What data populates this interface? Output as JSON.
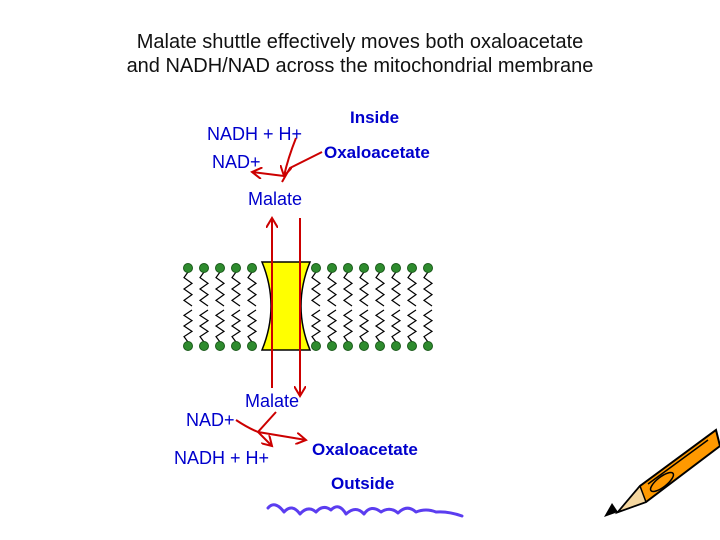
{
  "title": {
    "line1": "Malate shuttle effectively moves both oxaloacetate",
    "line2": "and NADH/NAD across the mitochondrial membrane"
  },
  "inside": {
    "label": "Inside",
    "nadh": "NADH + H+",
    "nad": "NAD+",
    "oxaloacetate": "Oxaloacetate",
    "malate": "Malate"
  },
  "outside": {
    "label": "Outside",
    "nad": "NAD+",
    "nadh": "NADH + H+",
    "oxaloacetate": "Oxaloacetate",
    "malate": "Malate"
  },
  "colors": {
    "arrow": "#cc0000",
    "label_red": "#cc0000",
    "label_blue": "#0000cc",
    "lipid_head": "#2e8b2e",
    "transporter": "#ffff00",
    "scribble": "#5b3df0",
    "pencil_body": "#ff9900",
    "pencil_tip": "#000000"
  },
  "icons": [
    "pencil-icon",
    "scribble-decoration"
  ]
}
